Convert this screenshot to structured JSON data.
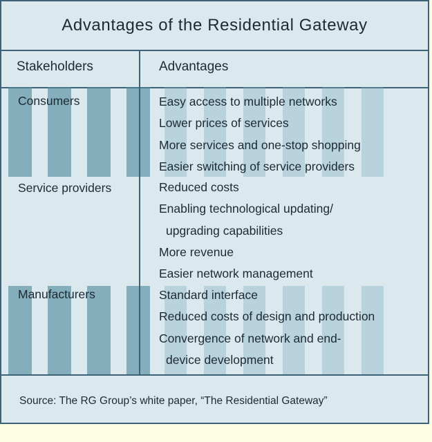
{
  "title": "Advantages of the Residential Gateway",
  "headers": {
    "stakeholders": "Stakeholders",
    "advantages": "Advantages"
  },
  "groups": [
    {
      "stakeholder": "Consumers",
      "advantages": [
        "Easy access to multiple networks",
        "Lower prices of services",
        "More services and one-stop shopping",
        "Easier switching of service providers"
      ]
    },
    {
      "stakeholder": "Service providers",
      "advantages": [
        "Reduced costs",
        "Enabling technological updating/",
        "upgrading capabilities",
        "More revenue",
        "Easier network management"
      ]
    },
    {
      "stakeholder": "Manufacturers",
      "advantages": [
        "Standard interface",
        "Reduced costs of design and production",
        "Convergence of network and end-",
        "device development"
      ]
    }
  ],
  "source": "Source: The RG Group’s white paper, “The Residential Gateway”",
  "colors": {
    "panel": "#dbe9ef",
    "border": "#3d6275",
    "band": "#4a869a",
    "page": "#fdfde2"
  }
}
